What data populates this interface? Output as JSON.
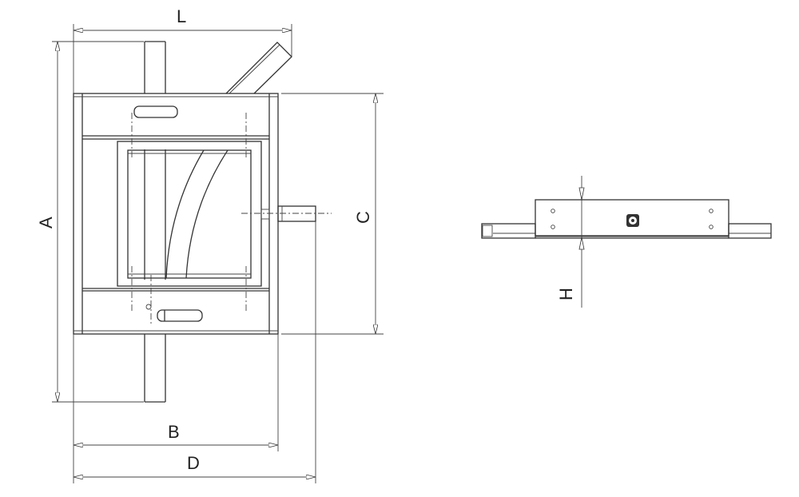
{
  "dimensions": {
    "L": "L",
    "A": "A",
    "B": "B",
    "C": "C",
    "D": "D",
    "H": "H"
  },
  "colors": {
    "line": "#333333",
    "background": "#ffffff"
  }
}
